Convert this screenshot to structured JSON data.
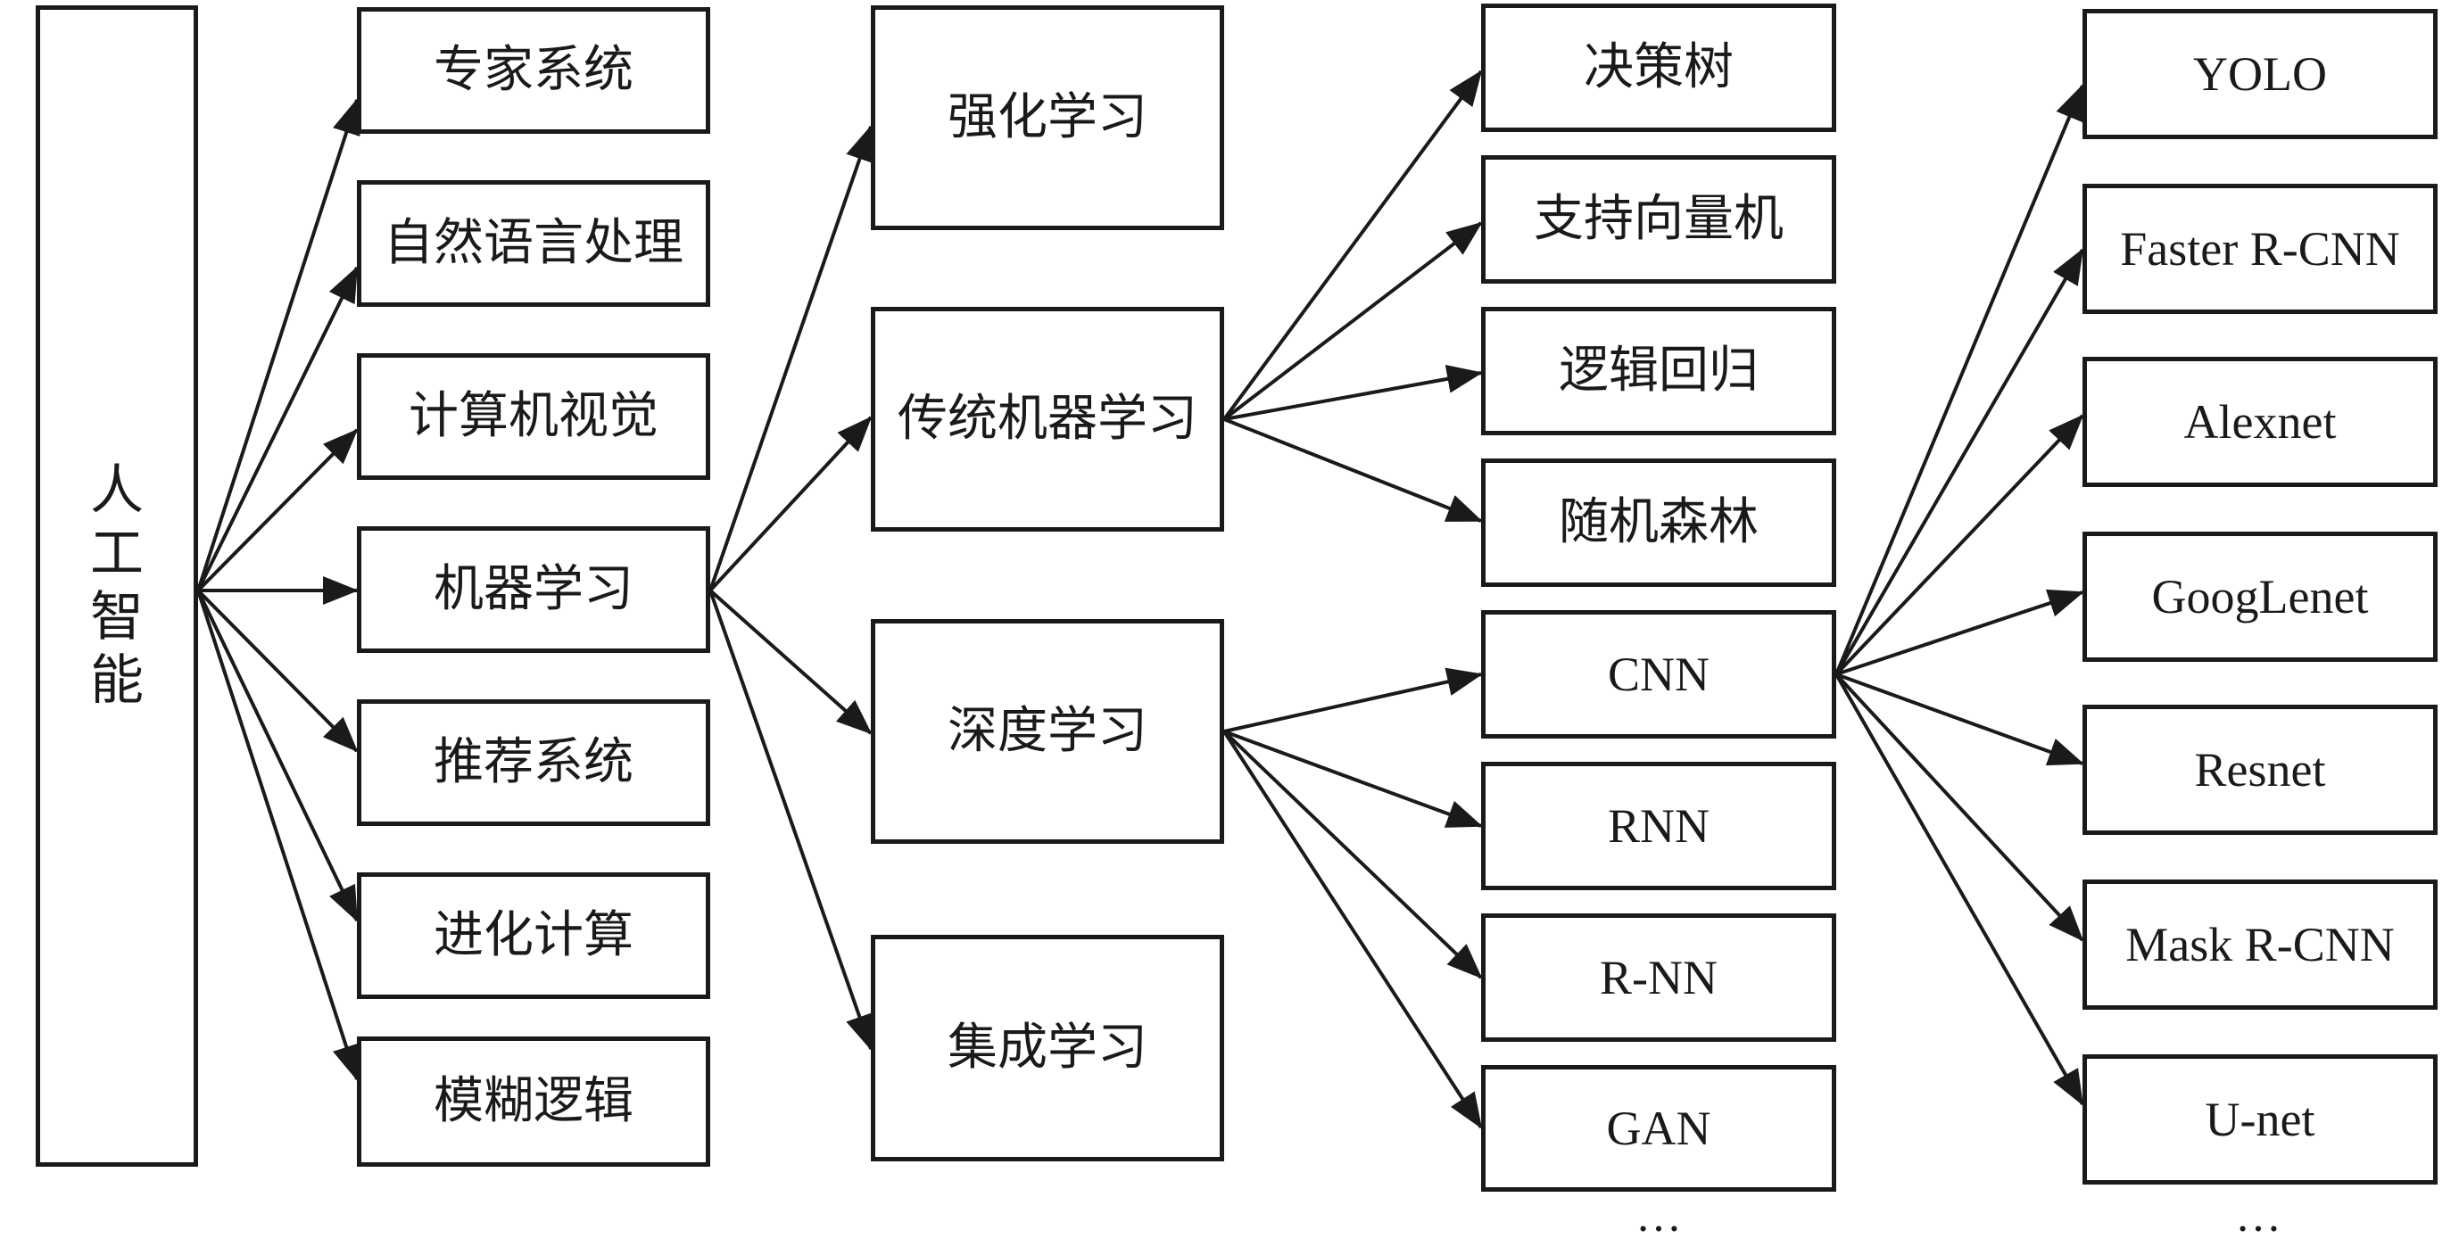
{
  "root": {
    "label": "人工智能"
  },
  "ai_fields": [
    {
      "label": "专家系统"
    },
    {
      "label": "自然语言处理"
    },
    {
      "label": "计算机视觉"
    },
    {
      "label": "机器学习"
    },
    {
      "label": "推荐系统"
    },
    {
      "label": "进化计算"
    },
    {
      "label": "模糊逻辑"
    }
  ],
  "ml_branches": [
    {
      "label": "强化学习"
    },
    {
      "label": "传统机器学习"
    },
    {
      "label": "深度学习"
    },
    {
      "label": "集成学习"
    }
  ],
  "traditional_ml": [
    {
      "label": "决策树"
    },
    {
      "label": "支持向量机"
    },
    {
      "label": "逻辑回归"
    },
    {
      "label": "随机森林"
    }
  ],
  "deep_learning": [
    {
      "label": "CNN"
    },
    {
      "label": "RNN"
    },
    {
      "label": "R-NN"
    },
    {
      "label": "GAN"
    }
  ],
  "deep_learning_more": "…",
  "cnn_models": [
    {
      "label": "YOLO"
    },
    {
      "label": "Faster R-CNN"
    },
    {
      "label": "Alexnet"
    },
    {
      "label": "GoogLenet"
    },
    {
      "label": "Resnet"
    },
    {
      "label": "Mask R-CNN"
    },
    {
      "label": "U-net"
    }
  ],
  "cnn_models_more": "…",
  "colors": {
    "stroke": "#1a1a1a",
    "background": "#ffffff"
  }
}
